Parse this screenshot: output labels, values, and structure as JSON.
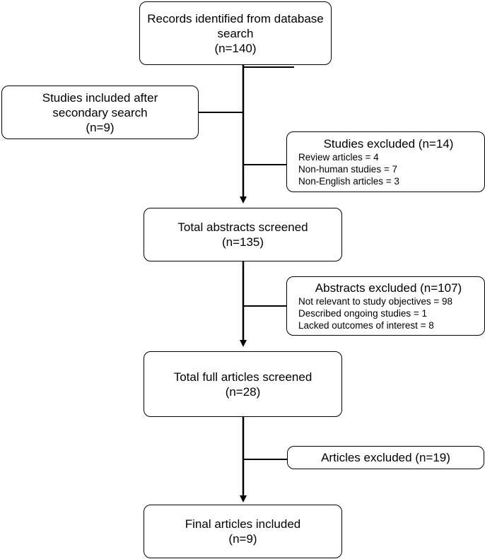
{
  "nodes": {
    "records_identified": {
      "lines": [
        "Records identified from database",
        "search",
        "(n=140)"
      ]
    },
    "secondary_search": {
      "lines": [
        "Studies included after",
        "secondary search",
        "(n=9)"
      ]
    },
    "studies_excluded": {
      "title": "Studies excluded (n=14)",
      "items": [
        "Review articles = 4",
        "Non-human studies = 7",
        "Non-English articles = 3"
      ]
    },
    "abstracts_screened": {
      "lines": [
        "Total abstracts screened",
        "(n=135)"
      ]
    },
    "abstracts_excluded": {
      "title": "Abstracts excluded (n=107)",
      "items": [
        "Not relevant to study objectives = 98",
        "Described ongoing studies = 1",
        "Lacked outcomes of interest = 8"
      ]
    },
    "full_articles_screened": {
      "lines": [
        "Total full articles screened",
        "(n=28)"
      ]
    },
    "articles_excluded": {
      "title": "Articles excluded (n=19)"
    },
    "final_articles": {
      "lines": [
        "Final articles included",
        "(n=9)"
      ]
    }
  },
  "colors": {
    "line": "#000000",
    "box_fill": "#ffffff",
    "text": "#000000"
  }
}
